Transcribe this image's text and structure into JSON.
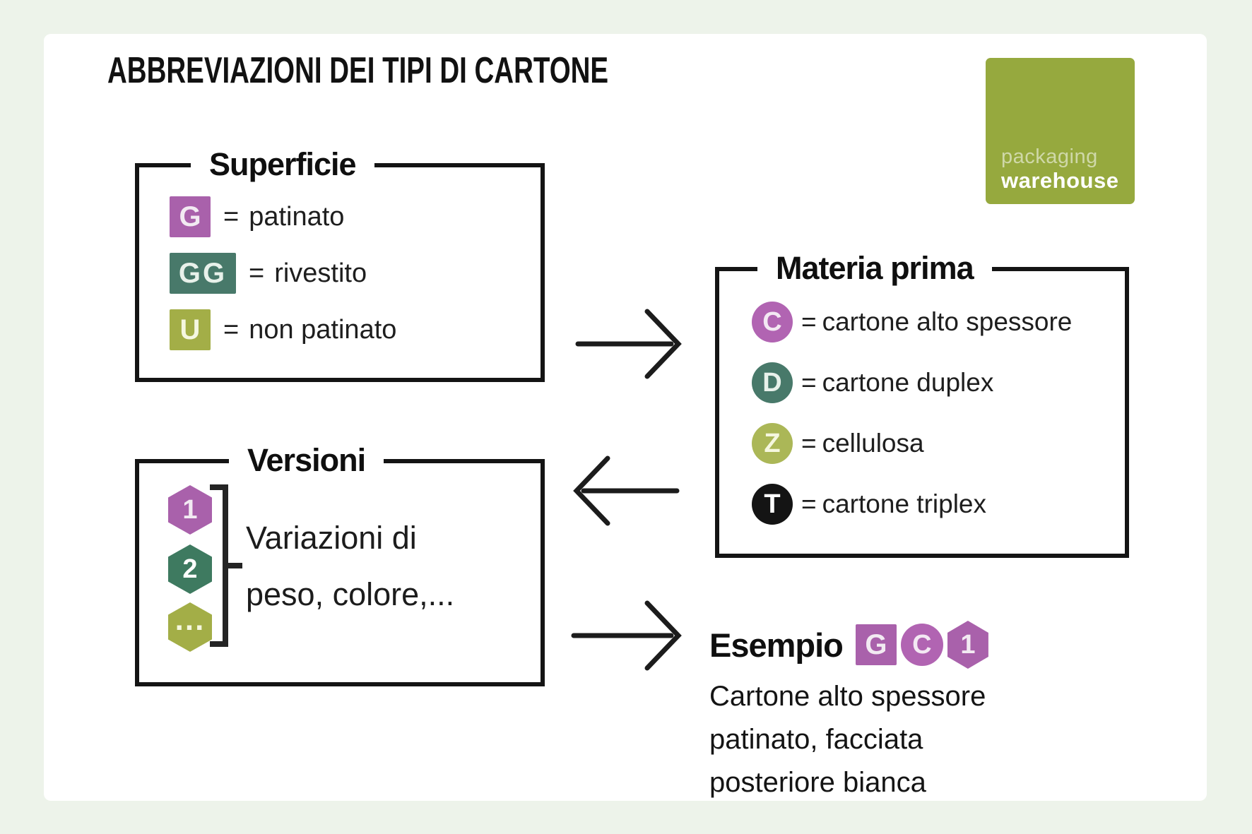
{
  "title": "ABBREVIAZIONI DEI TIPI DI CARTONE",
  "logo": {
    "line1": "packaging",
    "line2": "warehouse"
  },
  "colors": {
    "page_bg": "#edf3ea",
    "canvas": "#ffffff",
    "ink": "#141414",
    "purple": "#a961ab",
    "purple_circle": "#b164b2",
    "green": "#48796a",
    "olive": "#a3ae47",
    "black_badge": "#141414",
    "logo_green": "#96a93e"
  },
  "superficie": {
    "title": "Superficie",
    "rows": [
      {
        "badge": "G",
        "eq": "=",
        "label": "patinato"
      },
      {
        "badge": "GG",
        "eq": "=",
        "label": "rivestito"
      },
      {
        "badge": "U",
        "eq": "=",
        "label": "non patinato"
      }
    ]
  },
  "materia_prima": {
    "title": "Materia prima",
    "rows": [
      {
        "badge": "C",
        "eq": "=",
        "label": "cartone alto spessore"
      },
      {
        "badge": "D",
        "eq": "=",
        "label": "cartone duplex"
      },
      {
        "badge": "Z",
        "eq": "=",
        "label": "cellulosa"
      },
      {
        "badge": "T",
        "eq": "=",
        "label": "cartone triplex"
      }
    ]
  },
  "versioni": {
    "title": "Versioni",
    "badges": [
      "1",
      "2",
      "..."
    ],
    "note_lines": [
      "Variazioni di",
      "peso, colore,..."
    ]
  },
  "esempio": {
    "label": "Esempio",
    "badges": [
      "G",
      "C",
      "1"
    ],
    "description_lines": [
      "Cartone alto spessore",
      "patinato, facciata",
      "posteriore bianca"
    ]
  }
}
